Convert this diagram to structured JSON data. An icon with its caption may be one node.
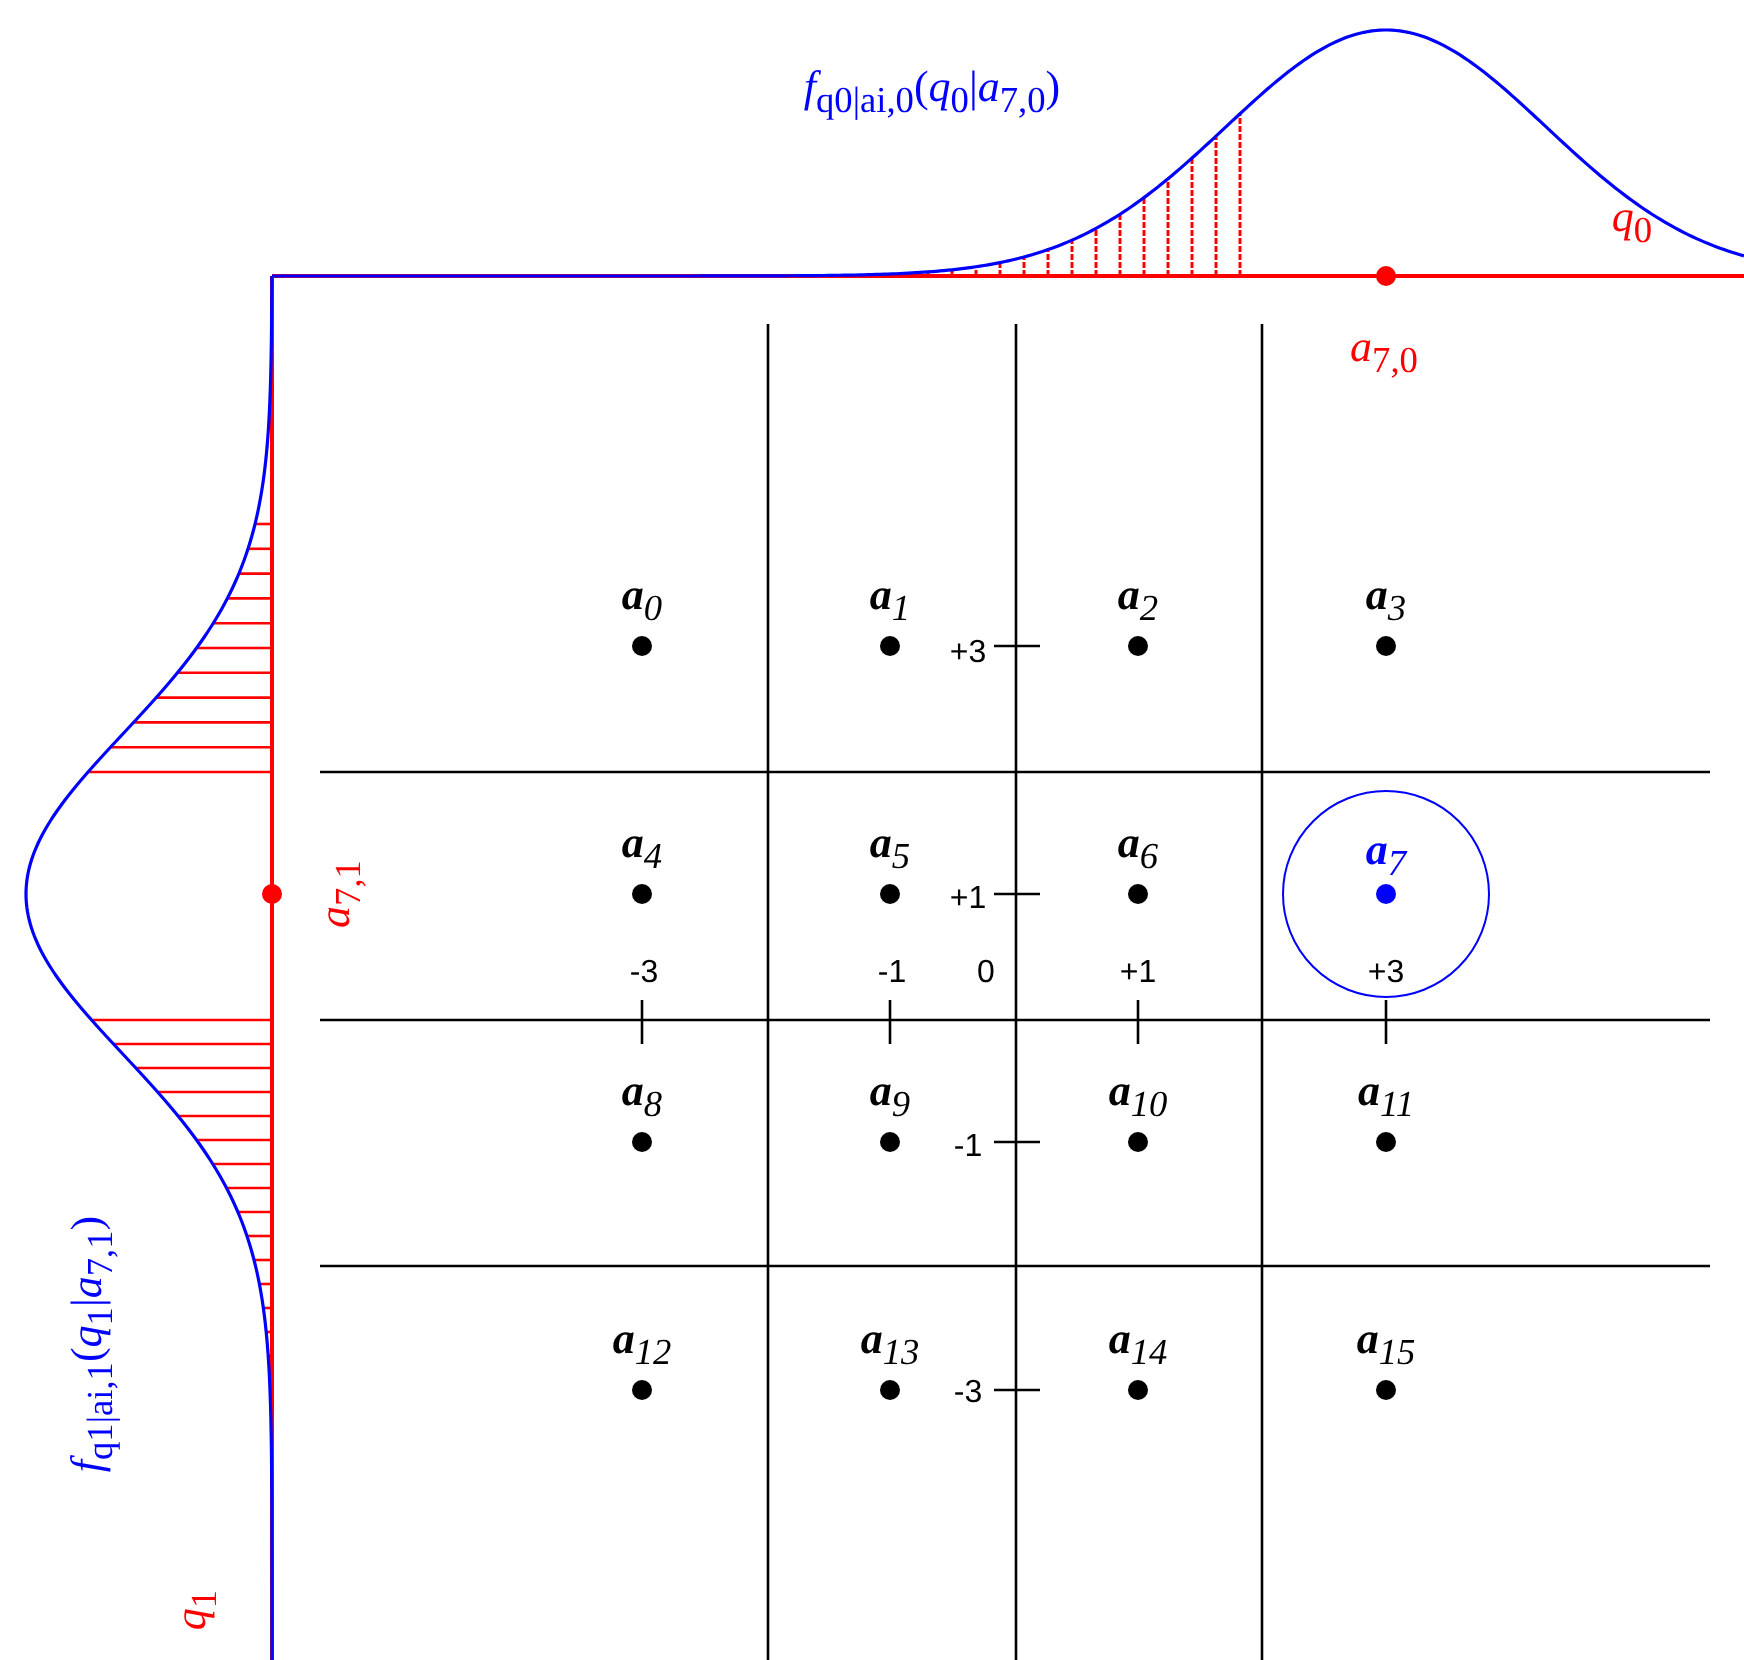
{
  "diagram": {
    "nodes": [
      {
        "text": [
          "**a**$_{7}$"
        ]
      }
    ],
    "edges": [],
    "labels": [
      "*f*$_{q0|ai,0}$(*q*$_{0}$|*a*$_{7,0}$)",
      "*q*$_{0}$",
      "*a*$_{7,0}$",
      "**a**$_{0}$",
      "**a**$_{1}$",
      "**a**$_{2}$",
      "**a**$_{3}$",
      "+3",
      "**a**$_{4}$",
      "**a**$_{5}$",
      "**a**$_{6}$",
      "*a*$_{7,1}$",
      "+1",
      "-3",
      "-1",
      "0",
      "+1",
      "+3",
      "**a**$_{8}$",
      "**a**$_{9}$",
      "**a**$_{10}$",
      "**a**$_{11}$",
      "-1",
      "**a**$_{12}$",
      "**a**$_{13}$",
      "**a**$_{14}$",
      "**a**$_{15}$",
      "-3",
      "*f*$_{q1|ai,1}$(*q*$_{1}$|*a*$_{7,1}$)",
      "*q*$_{1}$"
    ]
  }
}
